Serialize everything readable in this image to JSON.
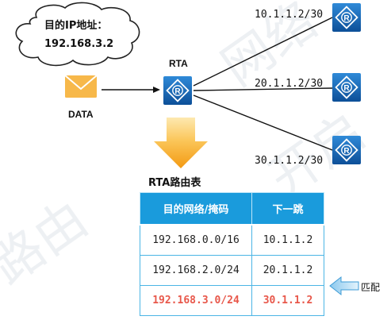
{
  "packet": {
    "cloud_line1": "目的IP地址：",
    "cloud_line2": "192.168.3.2",
    "envelope_label": "DATA"
  },
  "router": {
    "name": "RTA"
  },
  "next_hops": [
    {
      "label": "10.1.1.2/30"
    },
    {
      "label": "20.1.1.2/30"
    },
    {
      "label": "30.1.1.2/30"
    }
  ],
  "route_table": {
    "title": "RTA路由表",
    "headers": [
      "目的网络/掩码",
      "下一跳"
    ],
    "rows": [
      {
        "dest": "192.168.0.0/16",
        "next_hop": "10.1.1.2"
      },
      {
        "dest": "192.168.2.0/24",
        "next_hop": "20.1.1.2"
      },
      {
        "dest": "192.168.3.0/24",
        "next_hop": "30.1.1.2"
      }
    ],
    "matched_row_index": 2
  },
  "match_label": "匹配",
  "colors": {
    "router_fill": "#1767b5",
    "table_header": "#1a9bdc",
    "matched_text": "#e8574a",
    "arrow_orange": "#f5a21b",
    "envelope": "#f7b84a"
  }
}
